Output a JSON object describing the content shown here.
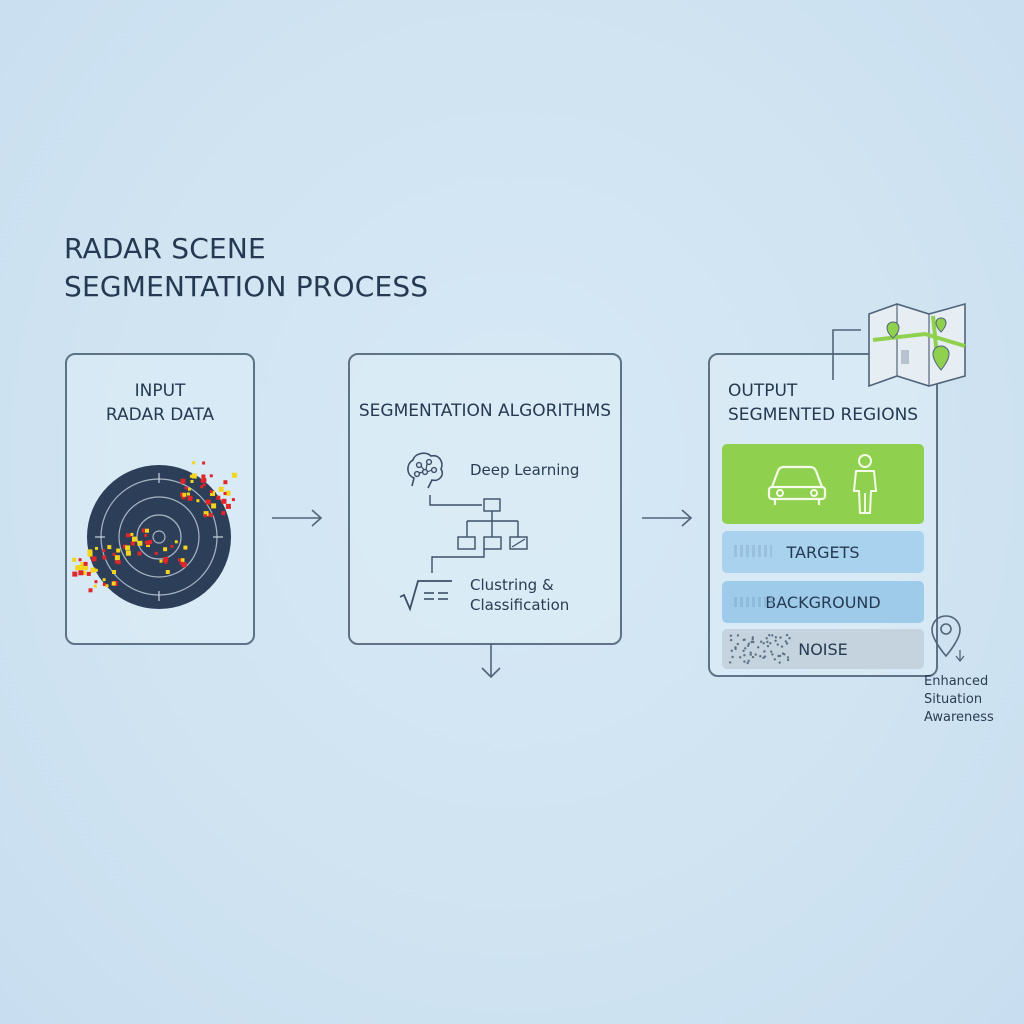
{
  "title": {
    "line1": "RADAR SCENE",
    "line2": "SEGMENTATION PROCESS"
  },
  "input": {
    "line1": "INPUT",
    "line2": "RADAR DATA"
  },
  "algorithms": {
    "title": "SEGMENTATION ALGORITHMS",
    "deep_learning": "Deep Learning",
    "clustering_line1": "Clustring &",
    "clustering_line2": "Classification"
  },
  "output": {
    "line1": "OUTPUT",
    "line2": "SEGMENTED REGIONS",
    "regions": [
      "TARGETS",
      "BACKGROUND",
      "NOISE"
    ]
  },
  "enhanced": {
    "line1": "Enhanced",
    "line2": "Situation",
    "line3": "Awareness"
  },
  "colors": {
    "accent_green": "#8fd14f",
    "targets_blue": "#a9d2ee",
    "background_blue": "#9fcbea",
    "noise_gray": "#c4d3de",
    "radar_dark": "#2d3e58",
    "echo_red": "#e0262a",
    "echo_yellow": "#f2d51c"
  },
  "icons": [
    "radar-scope-icon",
    "brain-icon",
    "flowchart-icon",
    "sqrt-formula-icon",
    "car-icon",
    "person-icon",
    "map-icon",
    "location-pin-icon"
  ]
}
